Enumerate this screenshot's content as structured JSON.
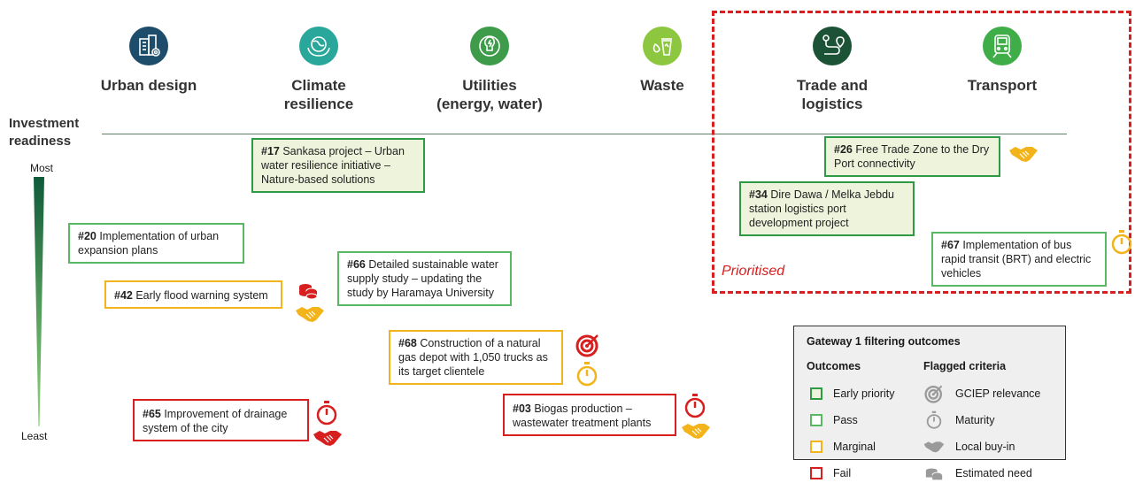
{
  "sectors": [
    {
      "title": "Urban design",
      "color": "#1e4d6b",
      "icon": "building-gear-icon"
    },
    {
      "title": "Climate\nresilience",
      "color": "#2aa79b",
      "icon": "globe-hands-icon"
    },
    {
      "title": "Utilities\n(energy, water)",
      "color": "#3d9b4a",
      "icon": "energy-bulb-icon"
    },
    {
      "title": "Waste",
      "color": "#8dc63f",
      "icon": "recycle-bin-icon"
    },
    {
      "title": "Trade and\nlogistics",
      "color": "#1c5236",
      "icon": "route-pin-icon"
    },
    {
      "title": "Transport",
      "color": "#3fae49",
      "icon": "train-icon"
    }
  ],
  "axis": {
    "label": "Investment\nreadiness",
    "most": "Most",
    "least": "Least"
  },
  "projects": [
    {
      "id": "#17",
      "text": " Sankasa project – Urban water resilience initiative – Nature-based solutions",
      "status": "early-priority"
    },
    {
      "id": "#20",
      "text": " Implementation of urban expansion plans",
      "status": "pass"
    },
    {
      "id": "#42",
      "text": " Early flood warning system",
      "status": "marginal"
    },
    {
      "id": "#66",
      "text": " Detailed sustainable water supply study – updating the study by Haramaya University",
      "status": "pass"
    },
    {
      "id": "#68",
      "text": " Construction of a natural gas depot with 1,050 trucks as its target clientele",
      "status": "marginal"
    },
    {
      "id": "#65",
      "text": " Improvement of drainage system of the city",
      "status": "fail"
    },
    {
      "id": "#03",
      "text": " Biogas production – wastewater treatment plants",
      "status": "fail"
    },
    {
      "id": "#26",
      "text": " Free Trade Zone to the Dry Port connectivity",
      "status": "early-priority"
    },
    {
      "id": "#34",
      "text": " Dire Dawa / Melka Jebdu station logistics port development project",
      "status": "early-priority"
    },
    {
      "id": "#67",
      "text": " Implementation of bus rapid transit (BRT) and electric vehicles",
      "status": "pass"
    }
  ],
  "prioritised_label": "Prioritised",
  "legend": {
    "title": "Gateway 1 filtering outcomes",
    "outcomes_header": "Outcomes",
    "criteria_header": "Flagged criteria",
    "outcomes": [
      {
        "label": "Early priority",
        "color": "#2f9a44"
      },
      {
        "label": "Pass",
        "color": "#58b864"
      },
      {
        "label": "Marginal",
        "color": "#f2b41a"
      },
      {
        "label": "Fail",
        "color": "#d81f1f"
      }
    ],
    "criteria": [
      {
        "label": "GCIEP relevance",
        "icon": "target-icon"
      },
      {
        "label": "Maturity",
        "icon": "stopwatch-icon"
      },
      {
        "label": "Local buy-in",
        "icon": "handshake-icon"
      },
      {
        "label": "Estimated need",
        "icon": "coins-icon"
      }
    ]
  },
  "colors": {
    "fail": "#d81f1f",
    "marginal": "#f2b41a",
    "grey": "#9a9a9a"
  }
}
